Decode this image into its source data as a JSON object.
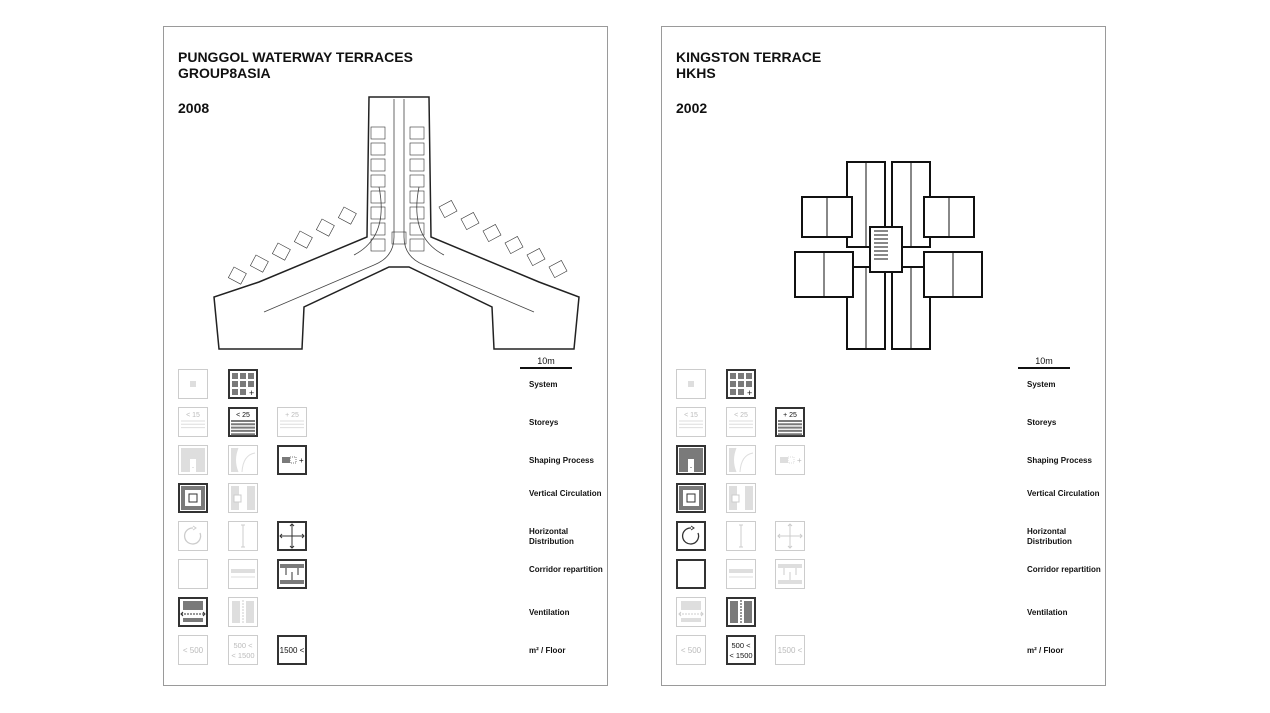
{
  "colors": {
    "active_stroke": "#333333",
    "active_fill": "#7a7a7a",
    "inactive_stroke": "#cccccc",
    "inactive_fill": "#dedede"
  },
  "scale_label": "10m",
  "legend_rows": [
    {
      "label": "System",
      "icons": [
        {
          "kind": "dot"
        },
        {
          "kind": "grid"
        }
      ]
    },
    {
      "label": "Storeys",
      "icons": [
        {
          "kind": "storey",
          "text": "< 15"
        },
        {
          "kind": "storey",
          "text": "< 25"
        },
        {
          "kind": "storey",
          "text": "+ 25"
        }
      ]
    },
    {
      "label": "Shaping Process",
      "icons": [
        {
          "kind": "court"
        },
        {
          "kind": "curve"
        },
        {
          "kind": "additive"
        }
      ]
    },
    {
      "label": "Vertical Circulation",
      "icons": [
        {
          "kind": "nested"
        },
        {
          "kind": "split"
        }
      ]
    },
    {
      "label": "Horizontal Distribution",
      "icons": [
        {
          "kind": "circular"
        },
        {
          "kind": "linear"
        },
        {
          "kind": "cross"
        }
      ]
    },
    {
      "label": "Corridor repartition",
      "icons": [
        {
          "kind": "empty"
        },
        {
          "kind": "single"
        },
        {
          "kind": "double"
        }
      ]
    },
    {
      "label": "Ventilation",
      "icons": [
        {
          "kind": "venth"
        },
        {
          "kind": "ventv"
        }
      ]
    },
    {
      "label": "m² / Floor",
      "icons": [
        {
          "kind": "text",
          "text": "< 500"
        },
        {
          "kind": "text2",
          "text": "500 <",
          "text2": "< 1500"
        },
        {
          "kind": "text",
          "text": "1500 <"
        }
      ]
    }
  ],
  "panels": [
    {
      "title_line1": "PUNGGOL WATERWAY TERRACES",
      "title_line2": "GROUP8ASIA",
      "year": "2008",
      "plan": "y-shape",
      "selected": [
        1,
        1,
        2,
        0,
        2,
        2,
        0,
        2
      ]
    },
    {
      "title_line1": "KINGSTON TERRACE",
      "title_line2": "HKHS",
      "year": "2002",
      "plan": "cross-shape",
      "selected": [
        1,
        2,
        0,
        0,
        0,
        0,
        1,
        1
      ]
    }
  ]
}
